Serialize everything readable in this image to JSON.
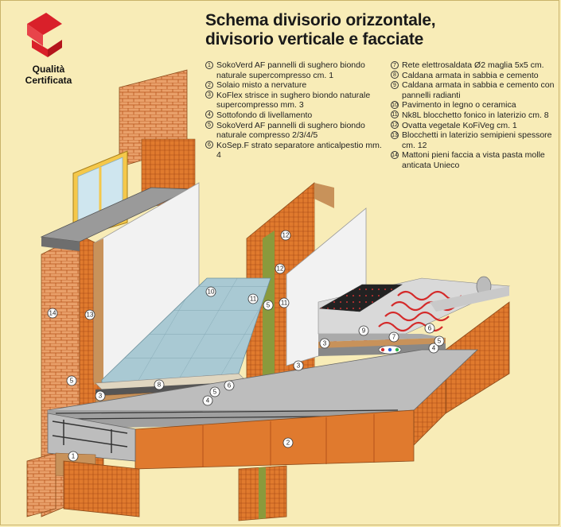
{
  "title": {
    "line1": "Schema divisorio orizzontale,",
    "line2": "divisorio verticale e facciate"
  },
  "logo": {
    "icon": "q-certification-logo-icon",
    "line1": "Qualità",
    "line2": "Certificata",
    "color": "#d9202a"
  },
  "legend": {
    "left": [
      {
        "num": "1",
        "text": "SokoVerd AF pannelli di sughero biondo naturale supercompresso cm. 1"
      },
      {
        "num": "2",
        "text": "Solaio misto a nervature"
      },
      {
        "num": "3",
        "text": "KoFlex strisce in sughero biondo naturale supercompresso mm. 3"
      },
      {
        "num": "4",
        "text": "Sottofondo di livellamento"
      },
      {
        "num": "5",
        "text": "SokoVerd AF pannelli di sughero biondo naturale compresso 2/3/4/5"
      },
      {
        "num": "6",
        "text": "KoSep.F strato separatore anticalpestio mm. 4"
      }
    ],
    "right": [
      {
        "num": "7",
        "text": "Rete elettrosaldata Ø2 maglia 5x5 cm."
      },
      {
        "num": "8",
        "text": "Caldana armata in sabbia e cemento"
      },
      {
        "num": "9",
        "text": "Caldana armata in sabbia e cemento con pannelli radianti"
      },
      {
        "num": "10",
        "text": "Pavimento in legno o ceramica"
      },
      {
        "num": "11",
        "text": "Nk8L blocchetto fonico in laterizio cm. 8"
      },
      {
        "num": "12",
        "text": "Ovatta vegetale KoFiVeg cm. 1"
      },
      {
        "num": "13",
        "text": "Blocchetti in laterizio semipieni spessore cm. 12"
      },
      {
        "num": "14",
        "text": "Mattoni pieni faccia a vista pasta molle anticata Unieco"
      }
    ]
  },
  "callouts": [
    {
      "num": "1"
    },
    {
      "num": "2"
    },
    {
      "num": "3"
    },
    {
      "num": "3"
    },
    {
      "num": "3"
    },
    {
      "num": "4"
    },
    {
      "num": "4"
    },
    {
      "num": "5"
    },
    {
      "num": "5"
    },
    {
      "num": "5"
    },
    {
      "num": "5"
    },
    {
      "num": "6"
    },
    {
      "num": "6"
    },
    {
      "num": "7"
    },
    {
      "num": "8"
    },
    {
      "num": "9"
    },
    {
      "num": "10"
    },
    {
      "num": "11"
    },
    {
      "num": "11"
    },
    {
      "num": "12"
    },
    {
      "num": "12"
    },
    {
      "num": "13"
    },
    {
      "num": "14"
    }
  ],
  "colors": {
    "background": "#f8ecb7",
    "brick": "#e07a2e",
    "brick_dark": "#b8561c",
    "cork": "#c8925a",
    "slab": "#b0b0b0",
    "floor_tile": "#a9c9d3",
    "plaster": "#f2f2f2",
    "wool": "#8a9a3c",
    "radiant": "#d42a2a"
  }
}
